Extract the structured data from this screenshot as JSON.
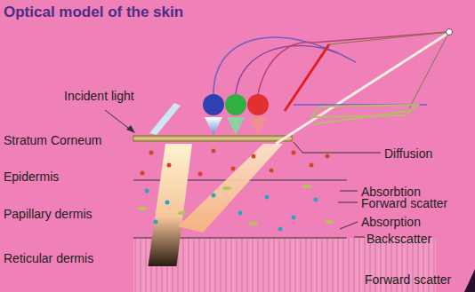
{
  "diagram": {
    "title": "Optical model of the skin",
    "labels": [
      "Incident light",
      "Stratum Corneum",
      "Epidermis",
      "Papillary  dermis",
      "Reticular dermis",
      "Diffusion",
      "Absorbtion",
      "Forward scatter",
      "Absorption",
      "Backscatter",
      "Forward scatter"
    ]
  }
}
